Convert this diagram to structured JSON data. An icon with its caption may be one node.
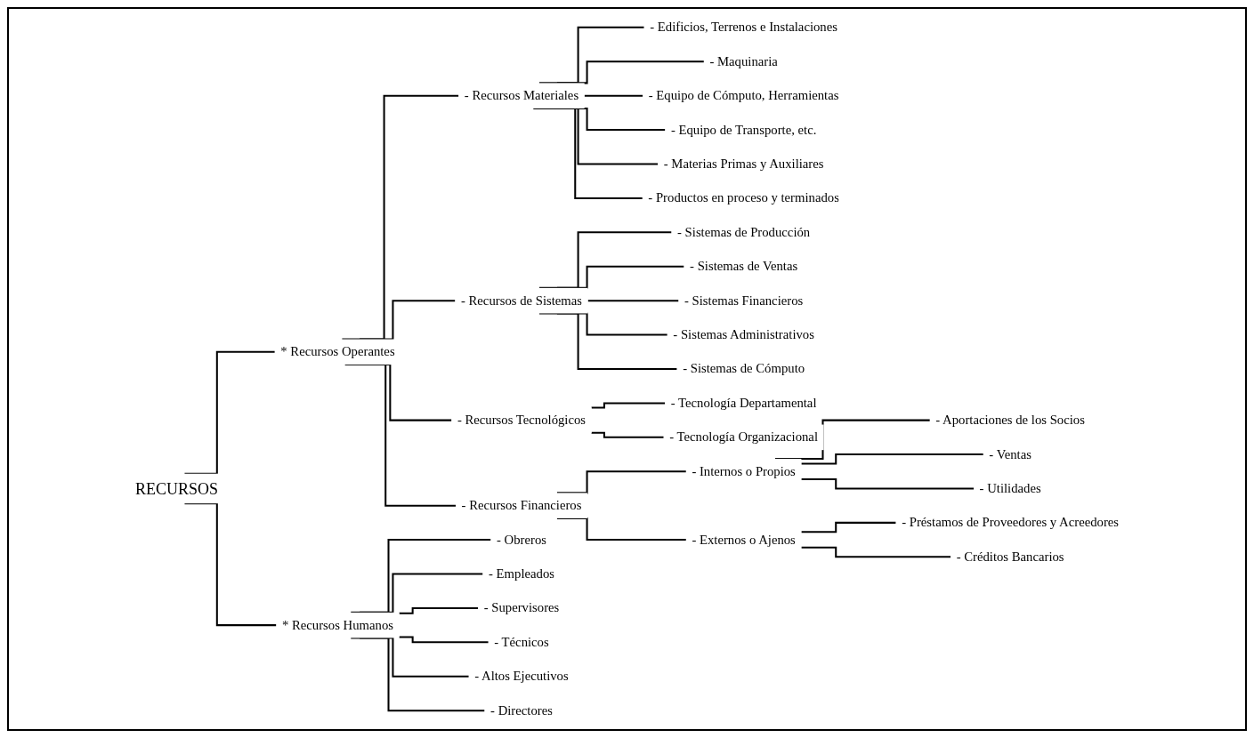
{
  "diagram": {
    "nodes": [
      {
        "text": [
          "RECURSOS"
        ]
      },
      {
        "text": [
          "* Recursos Operantes"
        ]
      },
      {
        "text": [
          "- Recursos Materiales"
        ]
      },
      {
        "text": [
          "- Edificios, Terrenos e Instalaciones"
        ]
      },
      {
        "text": [
          "- Maquinaria"
        ]
      },
      {
        "text": [
          "- Equipo de Cómputo, Herramientas"
        ]
      },
      {
        "text": [
          "- Equipo de Transporte, etc."
        ]
      },
      {
        "text": [
          "- Materias Primas y Auxiliares"
        ]
      },
      {
        "text": [
          "- Productos en proceso y terminados"
        ]
      },
      {
        "text": [
          "- Recursos de Sistemas"
        ]
      },
      {
        "text": [
          "- Sistemas de Producción"
        ]
      },
      {
        "text": [
          "- Sistemas de Ventas"
        ]
      },
      {
        "text": [
          "- Sistemas Financieros"
        ]
      },
      {
        "text": [
          "- Sistemas Administrativos"
        ]
      },
      {
        "text": [
          "- Sistemas de Cómputo"
        ]
      },
      {
        "text": [
          "- Recursos Tecnológicos"
        ]
      },
      {
        "text": [
          "- Tecnología Departamental"
        ]
      },
      {
        "text": [
          "- Tecnología Organizacional"
        ]
      },
      {
        "text": [
          "- Recursos Financieros"
        ]
      },
      {
        "text": [
          "- Internos o Propios"
        ]
      },
      {
        "text": [
          "- Aportaciones de los Socios"
        ]
      },
      {
        "text": [
          "- Ventas"
        ]
      },
      {
        "text": [
          "- Utilidades"
        ]
      },
      {
        "text": [
          "- Externos o Ajenos"
        ]
      },
      {
        "text": [
          "- Préstamos de Proveedores y Acreedores"
        ]
      },
      {
        "text": [
          "- Créditos Bancarios"
        ]
      },
      {
        "text": [
          "* Recursos Humanos"
        ]
      },
      {
        "text": [
          "- Obreros"
        ]
      },
      {
        "text": [
          "- Empleados"
        ]
      },
      {
        "text": [
          "- Supervisores"
        ]
      },
      {
        "text": [
          "- Técnicos"
        ]
      },
      {
        "text": [
          "- Altos Ejecutivos"
        ]
      },
      {
        "text": [
          "- Directores"
        ]
      }
    ],
    "edges": [
      {
        "from": 0,
        "to": 1,
        "arrow": "none"
      },
      {
        "from": 0,
        "to": 26,
        "arrow": "none"
      },
      {
        "from": 1,
        "to": 2,
        "arrow": "none"
      },
      {
        "from": 1,
        "to": 9,
        "arrow": "none"
      },
      {
        "from": 1,
        "to": 15,
        "arrow": "none"
      },
      {
        "from": 1,
        "to": 18,
        "arrow": "none"
      },
      {
        "from": 2,
        "to": 3,
        "arrow": "none"
      },
      {
        "from": 2,
        "to": 4,
        "arrow": "none"
      },
      {
        "from": 2,
        "to": 5,
        "arrow": "none"
      },
      {
        "from": 2,
        "to": 6,
        "arrow": "none"
      },
      {
        "from": 2,
        "to": 7,
        "arrow": "none"
      },
      {
        "from": 2,
        "to": 8,
        "arrow": "none"
      },
      {
        "from": 9,
        "to": 10,
        "arrow": "none"
      },
      {
        "from": 9,
        "to": 11,
        "arrow": "none"
      },
      {
        "from": 9,
        "to": 12,
        "arrow": "none"
      },
      {
        "from": 9,
        "to": 13,
        "arrow": "none"
      },
      {
        "from": 9,
        "to": 14,
        "arrow": "none"
      },
      {
        "from": 15,
        "to": 16,
        "arrow": "none"
      },
      {
        "from": 15,
        "to": 17,
        "arrow": "none"
      },
      {
        "from": 18,
        "to": 19,
        "arrow": "none"
      },
      {
        "from": 18,
        "to": 23,
        "arrow": "none"
      },
      {
        "from": 19,
        "to": 20,
        "arrow": "none"
      },
      {
        "from": 19,
        "to": 21,
        "arrow": "none"
      },
      {
        "from": 19,
        "to": 22,
        "arrow": "none"
      },
      {
        "from": 23,
        "to": 24,
        "arrow": "none"
      },
      {
        "from": 23,
        "to": 25,
        "arrow": "none"
      },
      {
        "from": 26,
        "to": 27,
        "arrow": "none"
      },
      {
        "from": 26,
        "to": 28,
        "arrow": "none"
      },
      {
        "from": 26,
        "to": 29,
        "arrow": "none"
      },
      {
        "from": 26,
        "to": 30,
        "arrow": "none"
      },
      {
        "from": 26,
        "to": 31,
        "arrow": "none"
      },
      {
        "from": 26,
        "to": 32,
        "arrow": "none"
      }
    ]
  }
}
